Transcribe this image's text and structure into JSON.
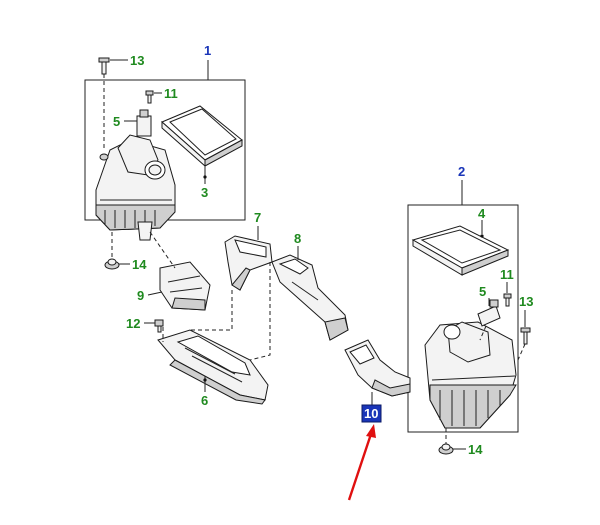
{
  "diagram": {
    "assembly_labels": {
      "left_box": "1",
      "right_box": "2"
    },
    "callouts": {
      "c13_left": "13",
      "c11_left": "11",
      "c5_left": "5",
      "c3": "3",
      "c14_left": "14",
      "c7": "7",
      "c8": "8",
      "c9": "9",
      "c12": "12",
      "c6": "6",
      "c4": "4",
      "c11_right": "11",
      "c5_right": "5",
      "c13_right": "13",
      "c10": "10",
      "c14_right": "14"
    },
    "highlighted_callout": "10",
    "colors": {
      "callout": "#1f8a1f",
      "assembly": "#1a35b8",
      "highlight_bg": "#1a35b8",
      "arrow": "#e01010"
    }
  }
}
